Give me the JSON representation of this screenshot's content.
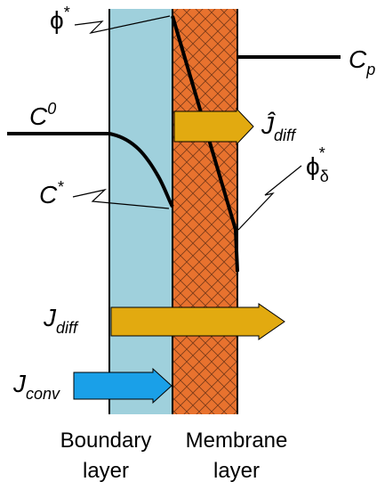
{
  "labels": {
    "phi_star": {
      "base": "ϕ",
      "sup": "*"
    },
    "c_p": {
      "base": "C",
      "sub": "p"
    },
    "c0": {
      "base": "C",
      "sup": "0"
    },
    "j_hat_diff": {
      "base": "Ĵ",
      "sub": "diff"
    },
    "phi_delta_star": {
      "base": "ϕ",
      "sub": "δ",
      "sup": "*"
    },
    "c_star": {
      "base": "C",
      "sup": "*"
    },
    "j_diff": {
      "base": "J",
      "sub": "diff"
    },
    "j_conv": {
      "base": "J",
      "sub": "conv"
    }
  },
  "regions": {
    "boundary": {
      "line1": "Boundary",
      "line2": "layer"
    },
    "membrane": {
      "line1": "Membrane",
      "line2": "layer"
    }
  },
  "colors": {
    "boundary_fill": "#9fd0dc",
    "membrane_fill": "#e8722e",
    "hatch": "#7a3a18",
    "arrow_diff": "#e2aa10",
    "arrow_conv": "#1aa0e8",
    "line": "#000000"
  }
}
